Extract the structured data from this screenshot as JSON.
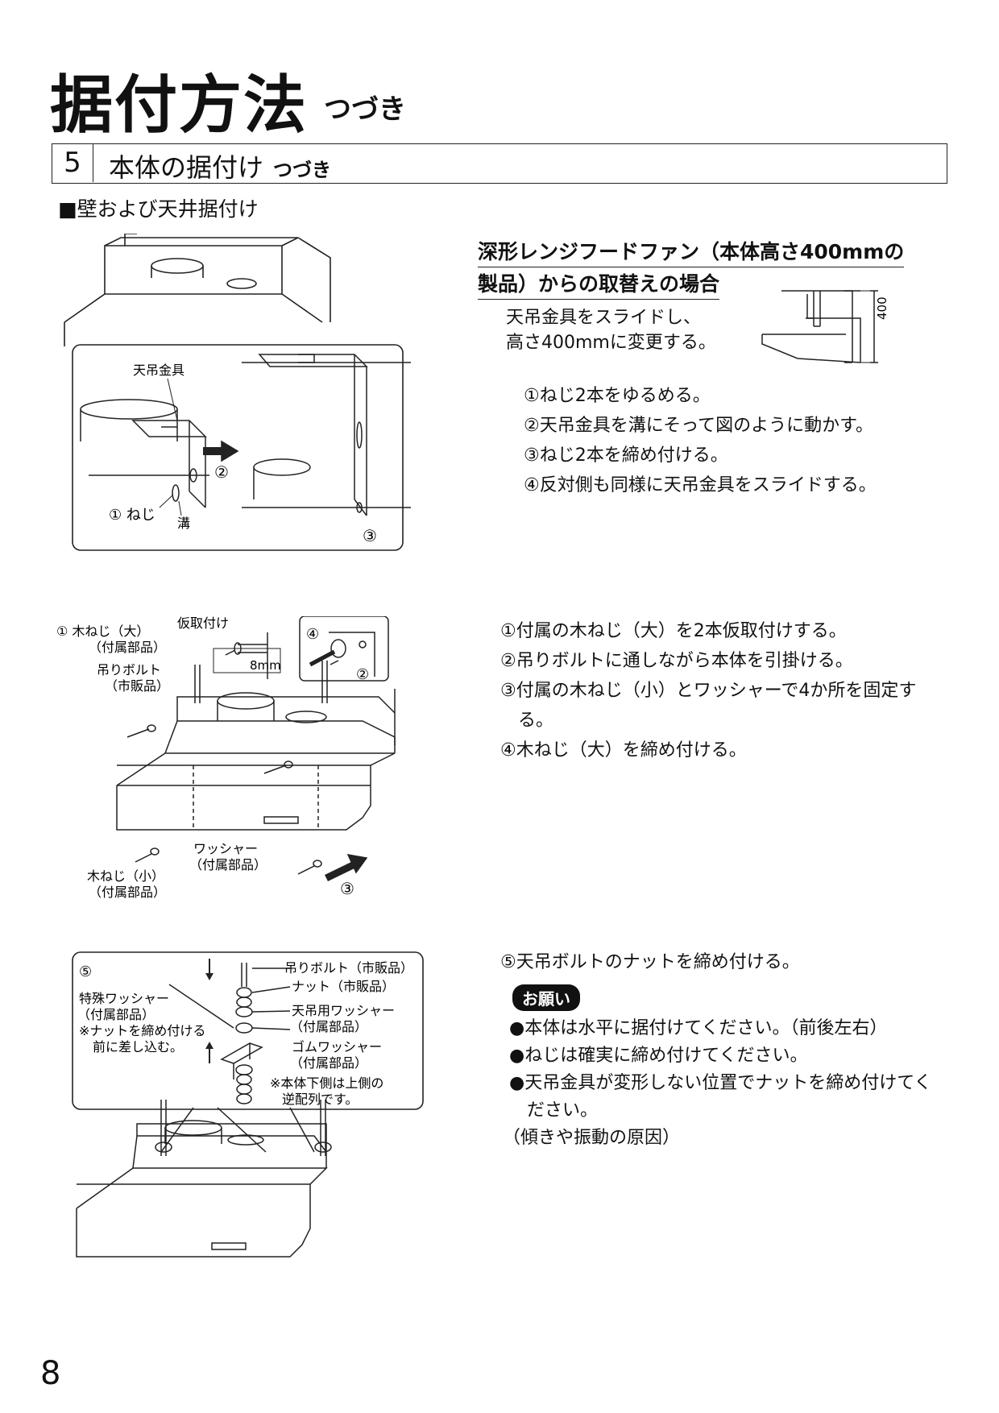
{
  "page": {
    "title": "据付方法",
    "title_sub": "つづき",
    "page_number": "8"
  },
  "section": {
    "number": "5",
    "title": "本体の据付け",
    "title_sub": "つづき"
  },
  "subsection_title": "■壁および天井据付け",
  "block1": {
    "heading_line1": "深形レンジフードファン（本体高さ400mmの",
    "heading_line2": "製品）からの取替えの場合",
    "intro_line1": "天吊金具をスライドし、",
    "intro_line2": "高さ400mmに変更する。",
    "dimension_label": "400",
    "steps": [
      "①ねじ2本をゆるめる。",
      "②天吊金具を溝にそって図のように動かす。",
      "③ねじ2本を締め付ける。",
      "④反対側も同様に天吊金具をスライドする。"
    ],
    "figure_labels": {
      "bracket": "天吊金具",
      "screw": "① ねじ",
      "groove": "溝",
      "step2": "②",
      "step3": "③"
    }
  },
  "block2": {
    "steps": [
      "①付属の木ねじ（大）を2本仮取付けする。",
      "②吊りボルトに通しながら本体を引掛ける。",
      "③付属の木ねじ（小）とワッシャーで4か所を固定す",
      "る。",
      "④木ねじ（大）を締め付ける。"
    ],
    "figure_labels": {
      "wood_screw_large_1": "① 木ねじ（大）",
      "wood_screw_large_2": "（付属部品）",
      "temp_attach": "仮取付け",
      "gap": "8mm",
      "hanging_bolt_1": "吊りボルト",
      "hanging_bolt_2": "（市販品）",
      "step4": "④",
      "step2": "②",
      "washer_1": "ワッシャー",
      "washer_2": "（付属部品）",
      "wood_screw_small_1": "木ねじ（小）",
      "wood_screw_small_2": "（付属部品）",
      "step3": "③"
    }
  },
  "block3": {
    "step": "⑤天吊ボルトのナットを締め付ける。",
    "request_badge": "お願い",
    "bullets": [
      "●本体は水平に据付けてください。（前後左右）",
      "●ねじは確実に締め付けてください。",
      "●天吊金具が変形しない位置でナットを締め付けてく",
      "ださい。"
    ],
    "note": "（傾きや振動の原因）",
    "figure_labels": {
      "step5": "⑤",
      "hanging_bolt": "吊りボルト（市販品）",
      "nut": "ナット（市販品）",
      "ceiling_washer_1": "天吊用ワッシャー",
      "ceiling_washer_2": "（付属部品）",
      "rubber_washer_1": "ゴムワッシャー",
      "rubber_washer_2": "（付属部品）",
      "special_washer_1": "特殊ワッシャー",
      "special_washer_2": "（付属部品）",
      "special_washer_3": "※ナットを締め付ける",
      "special_washer_4": "前に差し込む。",
      "bottom_note_1": "※本体下側は上側の",
      "bottom_note_2": "逆配列です。"
    }
  }
}
